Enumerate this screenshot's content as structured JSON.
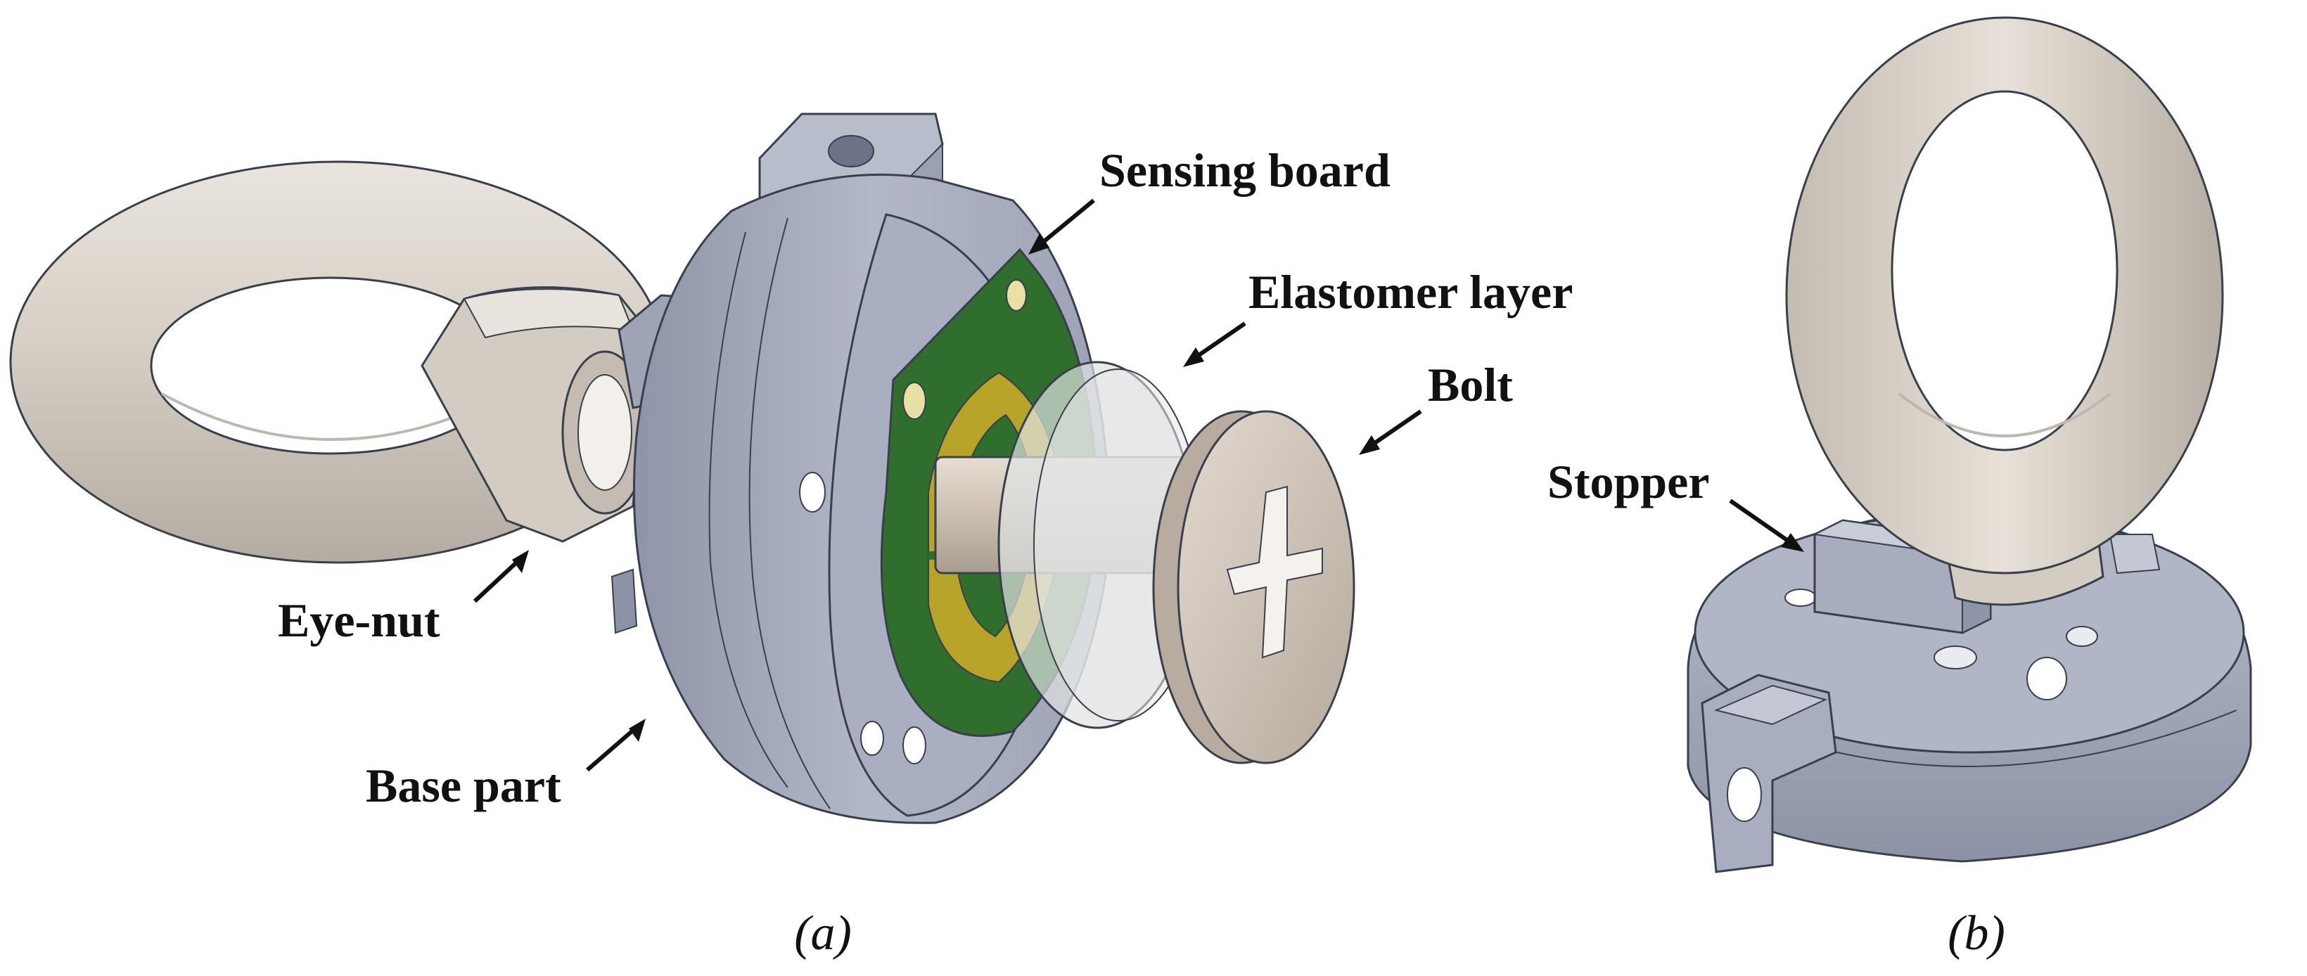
{
  "labels": {
    "sensing_board": "Sensing board",
    "elastomer_layer": "Elastomer layer",
    "bolt": "Bolt",
    "eye_nut": "Eye-nut",
    "base_part": "Base part",
    "stopper": "Stopper"
  },
  "captions": {
    "a": "(a)",
    "b": "(b)"
  },
  "colors": {
    "eye_nut": "#d8d2ca",
    "base_part": "#a7acbd",
    "sensing_board_green": "#2f6e2d",
    "sensing_board_gold": "#b9a42a",
    "elastomer": "#d9dcdc",
    "bolt": "#cfc4b9"
  }
}
